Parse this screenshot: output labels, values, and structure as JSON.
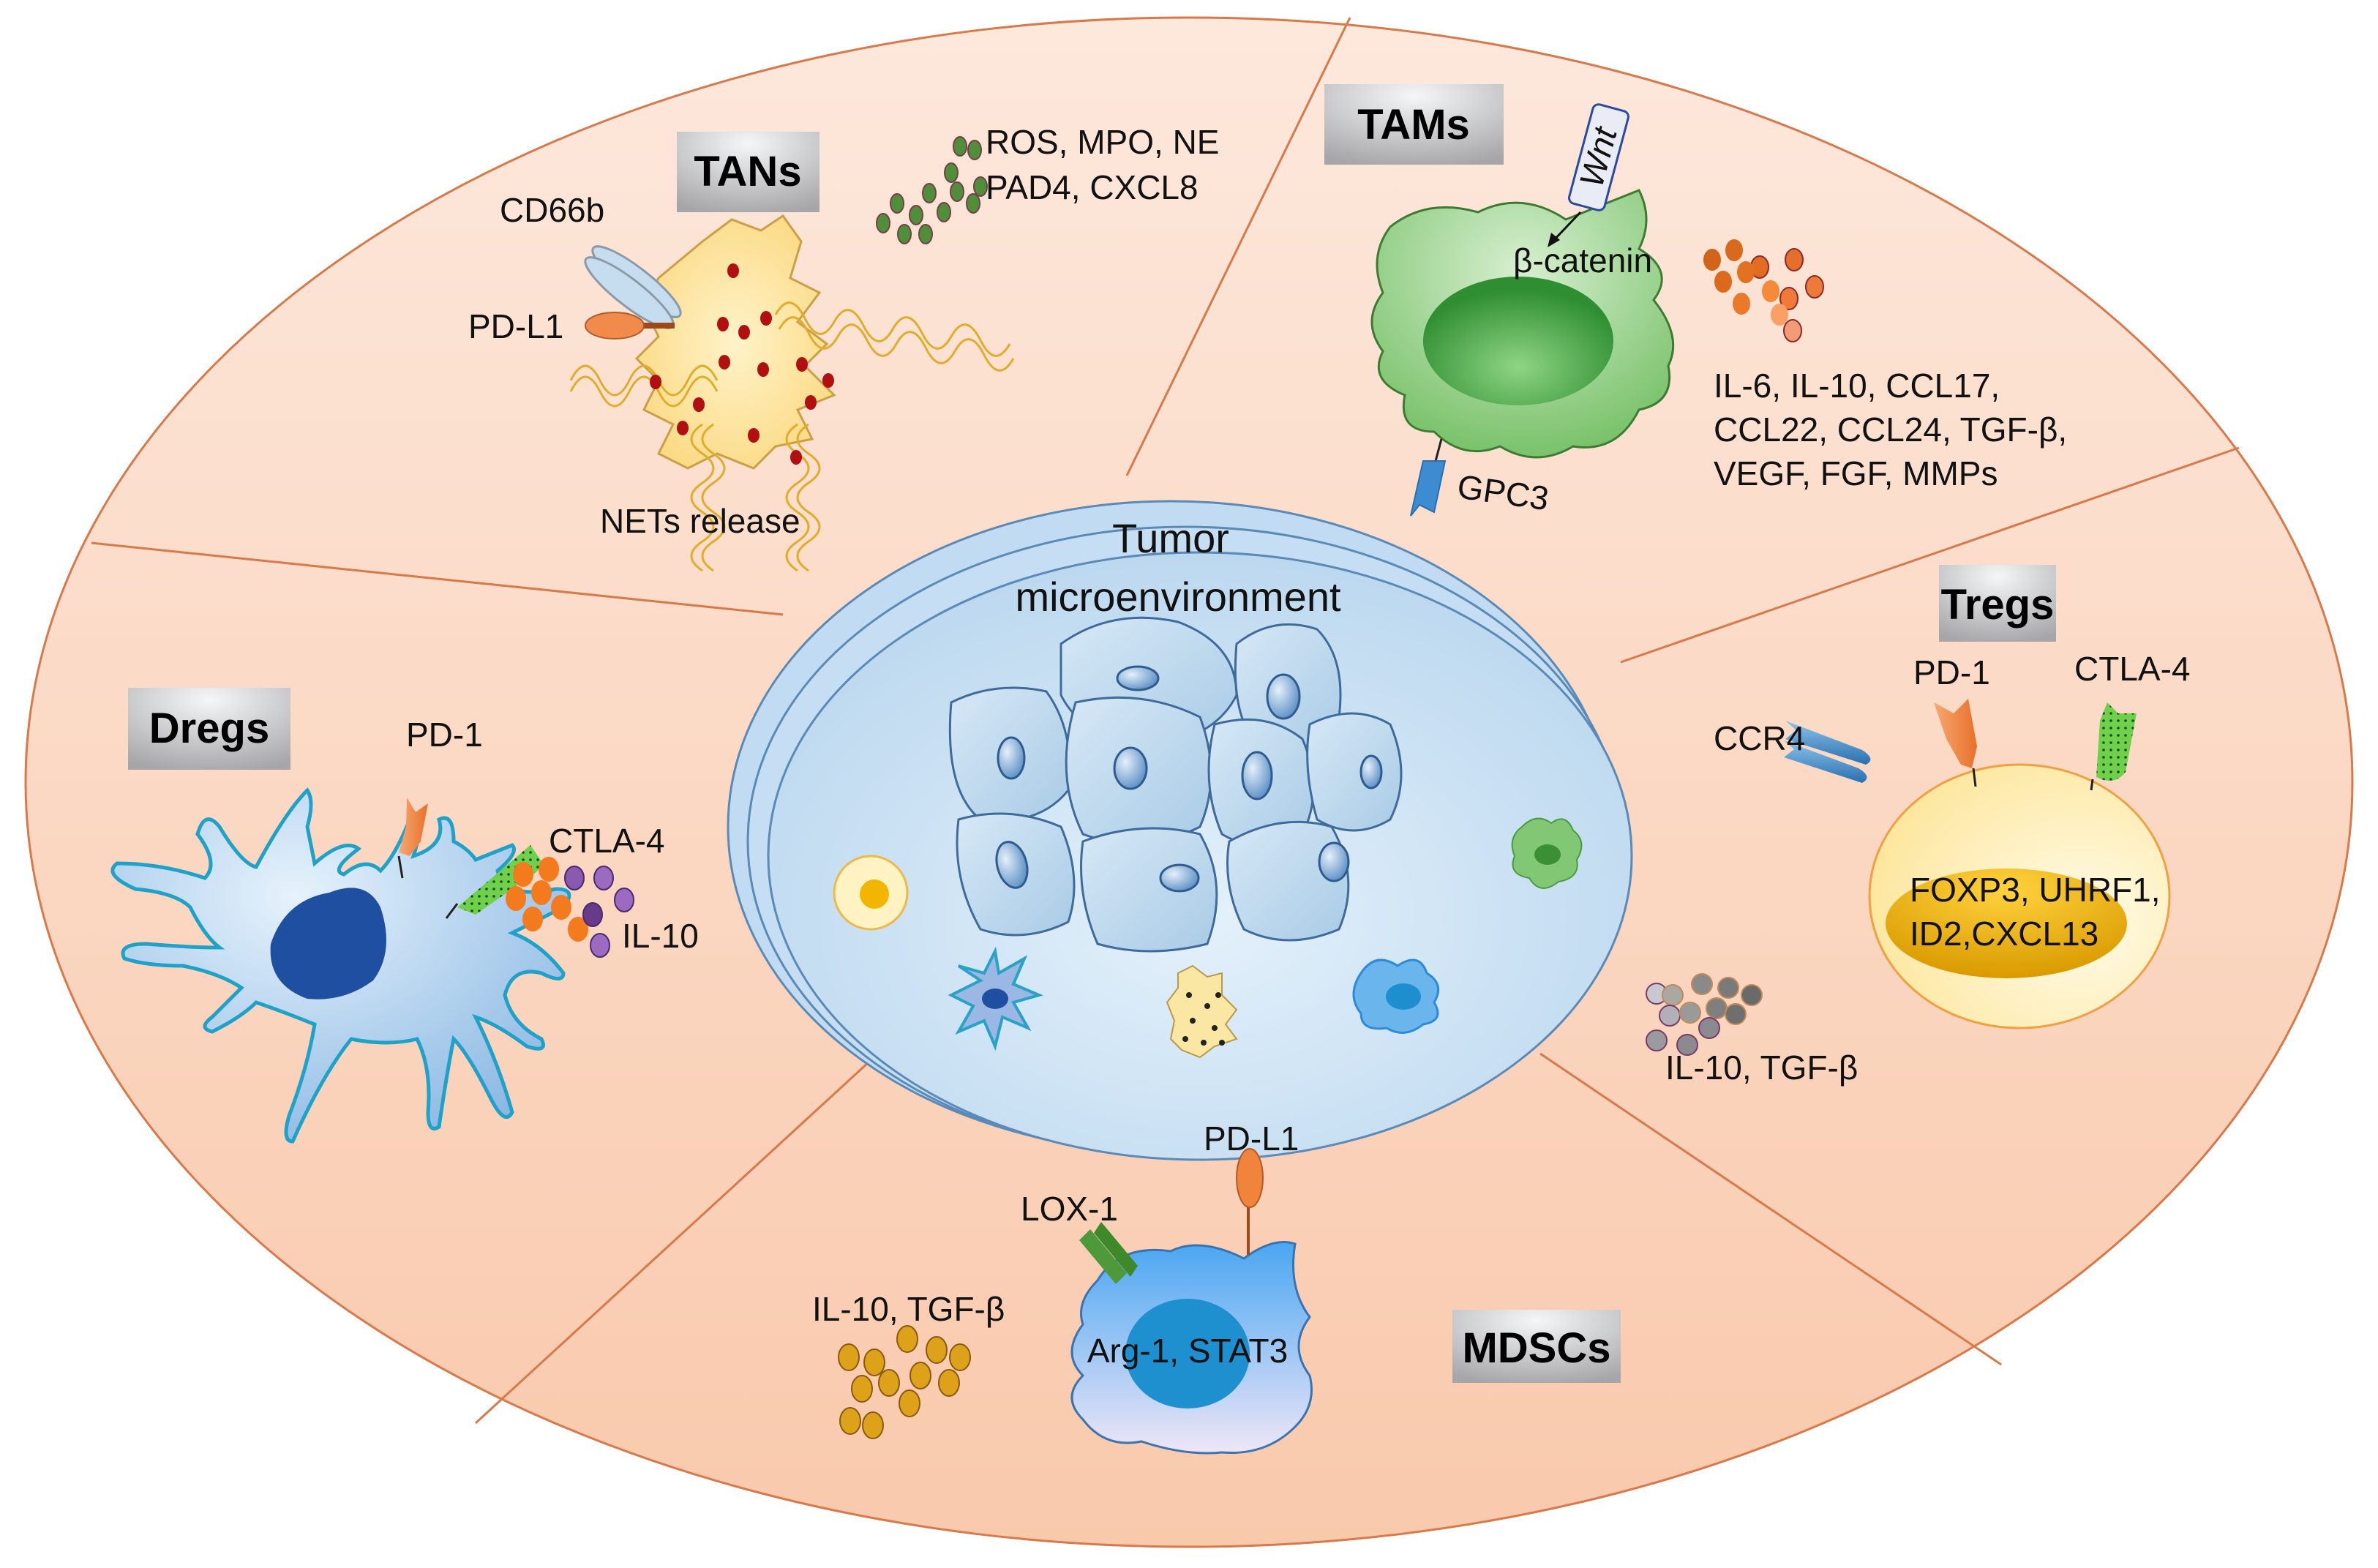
{
  "center": {
    "title_line1": "Tumor",
    "title_line2": "microenvironment"
  },
  "sections": {
    "tans": {
      "title": "TANs",
      "markers": [
        "CD66b",
        "PD-L1"
      ],
      "secreted_line1": "ROS, MPO, NE",
      "secreted_line2": "PAD4, CXCL8",
      "process": "NETs release"
    },
    "tams": {
      "title": "TAMs",
      "ligand": "Wnt",
      "pathway": "β-catenin",
      "marker": "GPC3",
      "secreted_line1": "IL-6, IL-10, CCL17,",
      "secreted_line2": "CCL22, CCL24, TGF-β,",
      "secreted_line3": "VEGF, FGF, MMPs"
    },
    "tregs": {
      "title": "Tregs",
      "markers": [
        "PD-1",
        "CTLA-4",
        "CCR4"
      ],
      "nucleus_line1": "FOXP3, UHRF1,",
      "nucleus_line2": "ID2,CXCL13",
      "secreted": "IL-10, TGF-β"
    },
    "mdscs": {
      "title": "MDSCs",
      "markers": [
        "PD-L1",
        "LOX-1"
      ],
      "nucleus": "Arg-1, STAT3",
      "secreted": "IL-10, TGF-β"
    },
    "dregs": {
      "title": "Dregs",
      "markers": [
        "PD-1",
        "CTLA-4"
      ],
      "secreted": "IL-10"
    }
  },
  "colors": {
    "outer_fill": "#fad3bd",
    "outer_stroke": "#d9794a",
    "tme_fill": "#c9e1f4",
    "tme_stroke": "#5a8ab5",
    "title_box": "#c8c8c8"
  }
}
